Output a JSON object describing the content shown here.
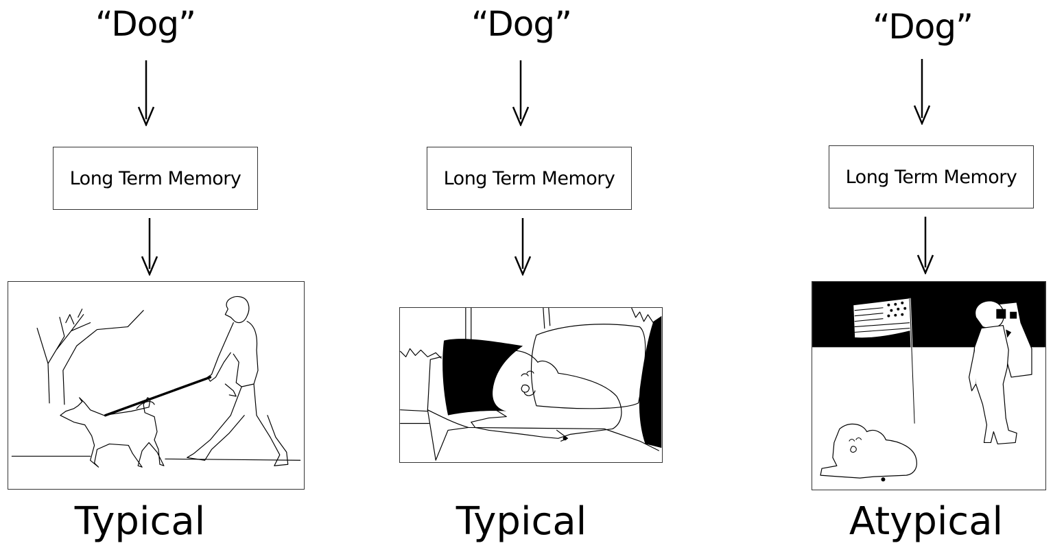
{
  "panels": [
    {
      "cue": "“Dog”",
      "memory": "Long Term Memory",
      "caption": "Typical",
      "scene": "dog-walking-scene"
    },
    {
      "cue": "“Dog”",
      "memory": "Long Term Memory",
      "caption": "Typical",
      "scene": "dog-on-couch-scene"
    },
    {
      "cue": "“Dog”",
      "memory": "Long Term Memory",
      "caption": "Atypical",
      "scene": "dog-on-moon-scene"
    }
  ]
}
